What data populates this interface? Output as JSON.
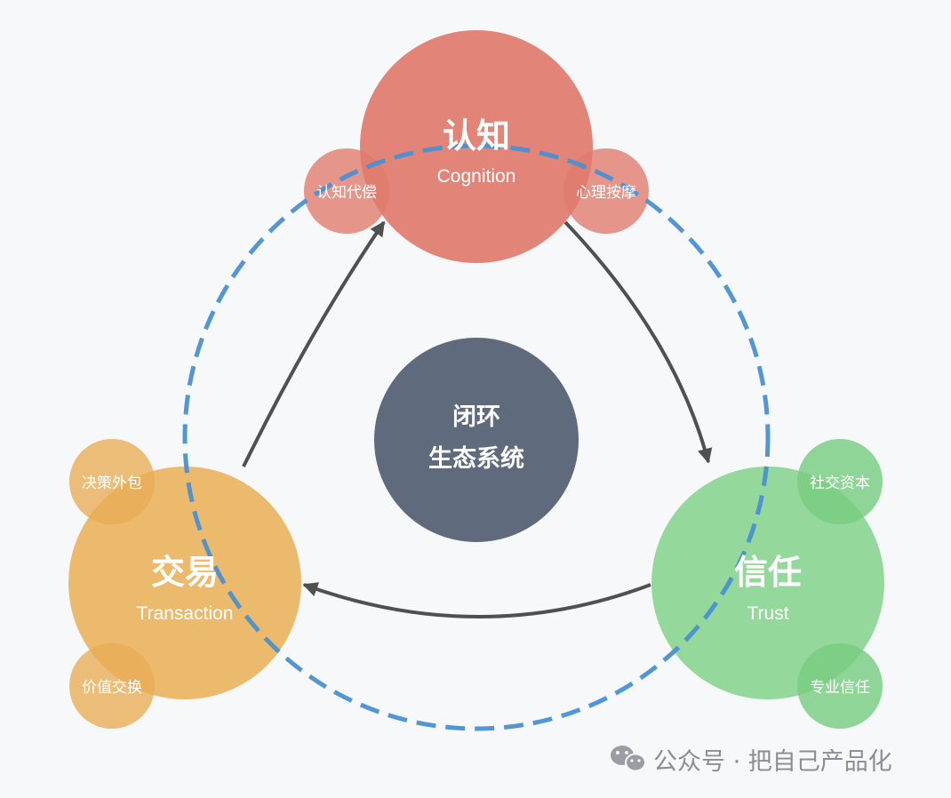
{
  "diagram": {
    "center": {
      "line1": "闭环",
      "line2": "生态系统",
      "color": "#5f6b7c"
    },
    "nodes": {
      "cognition": {
        "title": "认知",
        "subtitle": "Cognition",
        "color": "#e07b6c",
        "satellites": [
          "认知代偿",
          "心理按摩"
        ]
      },
      "transaction": {
        "title": "交易",
        "subtitle": "Transaction",
        "color": "#eab460",
        "satellites": [
          "决策外包",
          "价值交换"
        ]
      },
      "trust": {
        "title": "信任",
        "subtitle": "Trust",
        "color": "#86d38e",
        "satellites": [
          "社交资本",
          "专业信任"
        ]
      }
    },
    "loop_color": "#4a90d2",
    "arrow_color": "#555555"
  },
  "watermark": {
    "icon": "wechat-icon",
    "text": "公众号 · 把自己产品化"
  }
}
